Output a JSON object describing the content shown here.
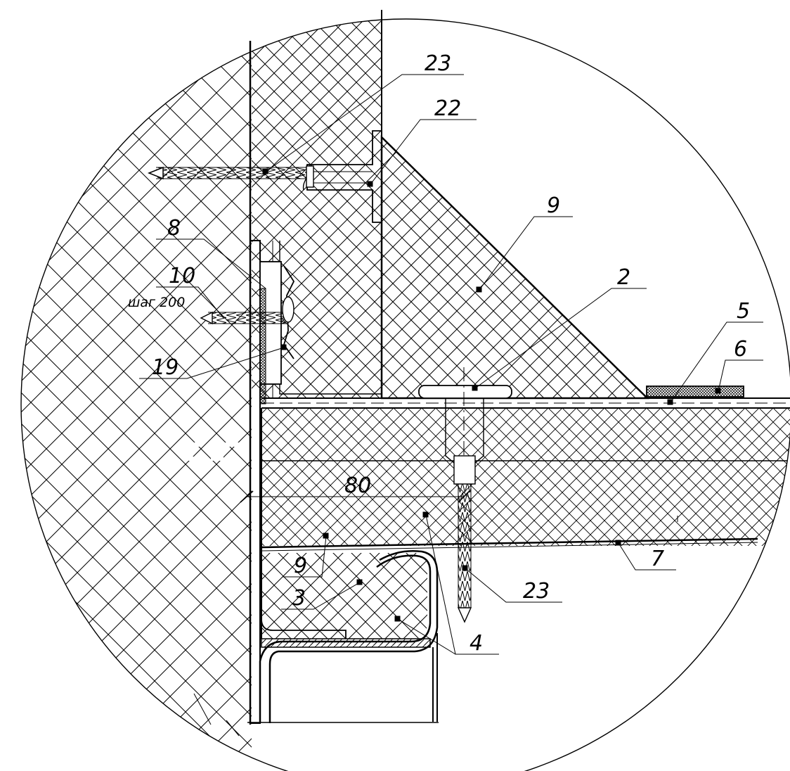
{
  "drawing": {
    "labels": {
      "l23a": "23",
      "l22": "22",
      "l9a": "9",
      "l8": "8",
      "l10": "10",
      "l2": "2",
      "l5": "5",
      "l6": "6",
      "l19": "19",
      "l80": "80",
      "l9b": "9",
      "l3": "3",
      "l7": "7",
      "l23b": "23",
      "l4": "4"
    },
    "pitch_note": "шаг 200"
  }
}
